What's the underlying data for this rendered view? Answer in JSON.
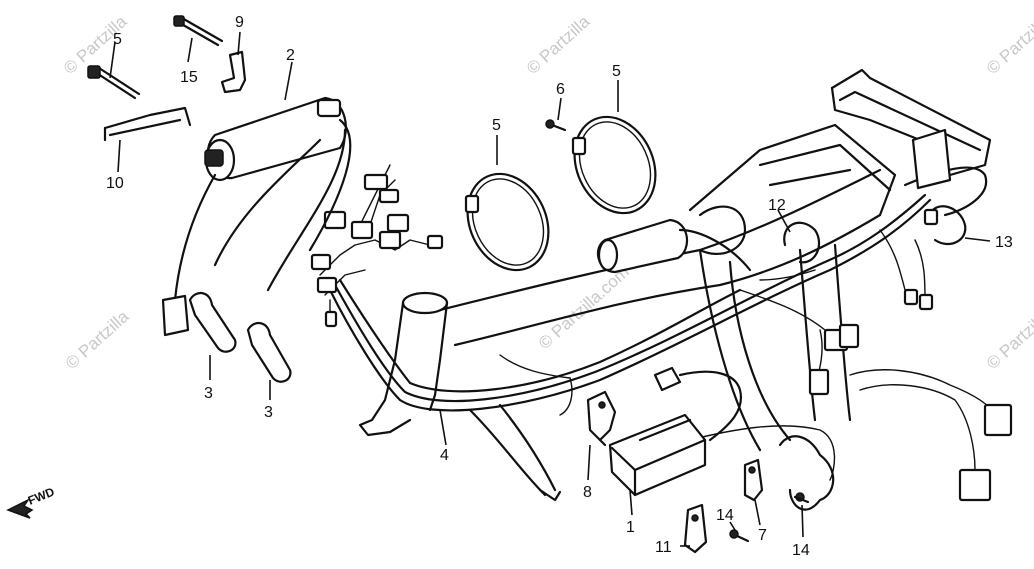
{
  "watermark": {
    "brand": "Partzilla",
    "brand_domain": "Partzilla.com",
    "symbol": "©"
  },
  "direction_label": "FWD",
  "callouts": {
    "c1": "1",
    "c2": "2",
    "c3a": "3",
    "c3b": "3",
    "c4": "4",
    "c5a": "5",
    "c5b": "5",
    "c5c": "5",
    "c6": "6",
    "c7": "7",
    "c8": "8",
    "c9": "9",
    "c10": "10",
    "c11": "11",
    "c12": "12",
    "c13": "13",
    "c14a": "14",
    "c14b": "14",
    "c15": "15"
  }
}
